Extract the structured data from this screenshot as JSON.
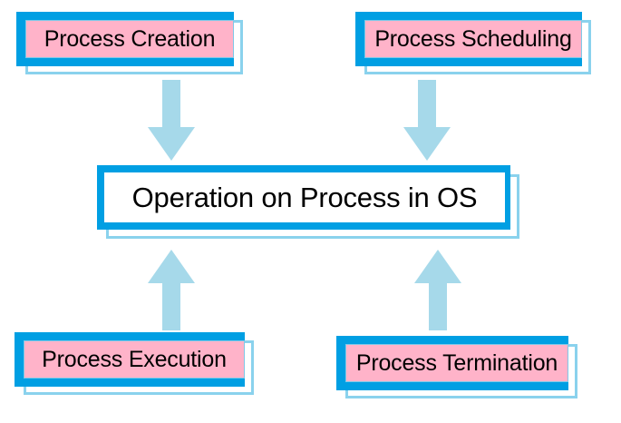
{
  "diagram": {
    "title": "Operation on Process in OS",
    "type": "flow-diagram",
    "background_color": "#FFFFFF",
    "colors": {
      "frame_blue": "#009FE3",
      "shadow_blue": "#8AD2ED",
      "node_fill_pink": "#FFB3C9",
      "center_fill": "#FFFFFF",
      "arrow_fill": "#A6D9EA",
      "text": "#000000"
    },
    "center": {
      "label": "Operation on Process in OS"
    },
    "nodes": [
      {
        "id": "process-creation",
        "label": "Process Creation",
        "position": "top-left"
      },
      {
        "id": "process-scheduling",
        "label": "Process Scheduling",
        "position": "top-right"
      },
      {
        "id": "process-execution",
        "label": "Process Execution",
        "position": "bottom-left"
      },
      {
        "id": "process-termination",
        "label": "Process Termination",
        "position": "bottom-right"
      }
    ],
    "arrows": [
      {
        "id": "arrow-creation-to-center",
        "direction": "down",
        "from": "process-creation",
        "to": "center"
      },
      {
        "id": "arrow-scheduling-to-center",
        "direction": "down",
        "from": "process-scheduling",
        "to": "center"
      },
      {
        "id": "arrow-execution-to-center",
        "direction": "up",
        "from": "process-execution",
        "to": "center"
      },
      {
        "id": "arrow-termination-to-center",
        "direction": "up",
        "from": "process-termination",
        "to": "center"
      }
    ]
  }
}
